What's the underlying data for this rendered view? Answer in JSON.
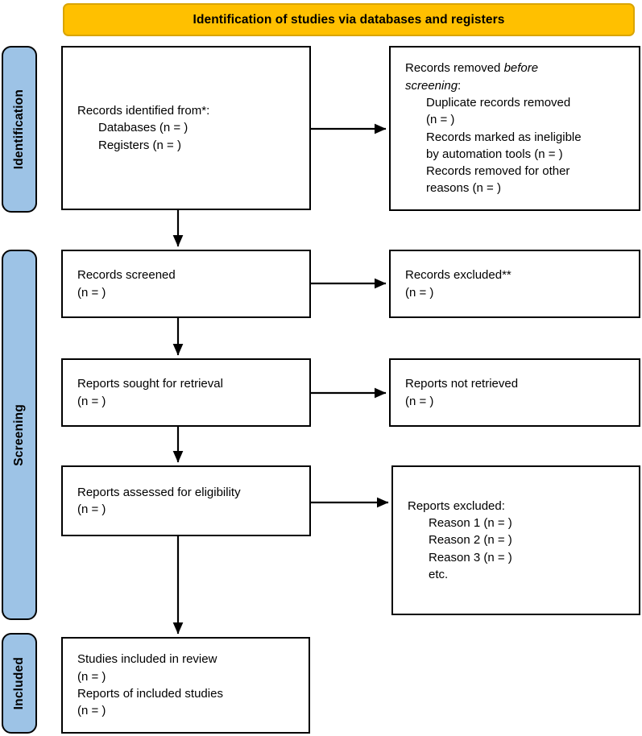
{
  "header": {
    "title": "Identification of studies via databases and registers",
    "fill_color": "#FFC000",
    "border_color": "#D9A400"
  },
  "phases": {
    "fill_color": "#9DC3E6",
    "items": [
      {
        "id": "identification",
        "label": "Identification"
      },
      {
        "id": "screening",
        "label": "Screening"
      },
      {
        "id": "included",
        "label": "Included"
      }
    ]
  },
  "boxes": {
    "identified": {
      "line1": "Records identified from*:",
      "line2": "Databases (n = )",
      "line3": "Registers (n = )"
    },
    "removed_before": {
      "line1a": "Records removed ",
      "line1b": "before",
      "line2a": "screening",
      "line2b": ":",
      "line3": "Duplicate records removed",
      "line4": "(n = )",
      "line5": "Records marked as ineligible",
      "line6": "by automation tools (n = )",
      "line7": "Records removed for other",
      "line8": "reasons (n = )"
    },
    "screened": {
      "line1": "Records screened",
      "line2": "(n = )"
    },
    "records_excluded": {
      "line1": "Records excluded**",
      "line2": "(n = )"
    },
    "sought": {
      "line1": "Reports sought for retrieval",
      "line2": "(n = )"
    },
    "not_retrieved": {
      "line1": "Reports not retrieved",
      "line2": "(n = )"
    },
    "assessed": {
      "line1": "Reports assessed for eligibility",
      "line2": "(n = )"
    },
    "reports_excluded": {
      "line1": "Reports excluded:",
      "line2": "Reason 1 (n = )",
      "line3": "Reason 2 (n = )",
      "line4": "Reason 3 (n = )",
      "line5": "etc."
    },
    "included_studies": {
      "line1": "Studies included in review",
      "line2": "(n = )",
      "line3": "Reports of included studies",
      "line4": "(n = )"
    }
  }
}
